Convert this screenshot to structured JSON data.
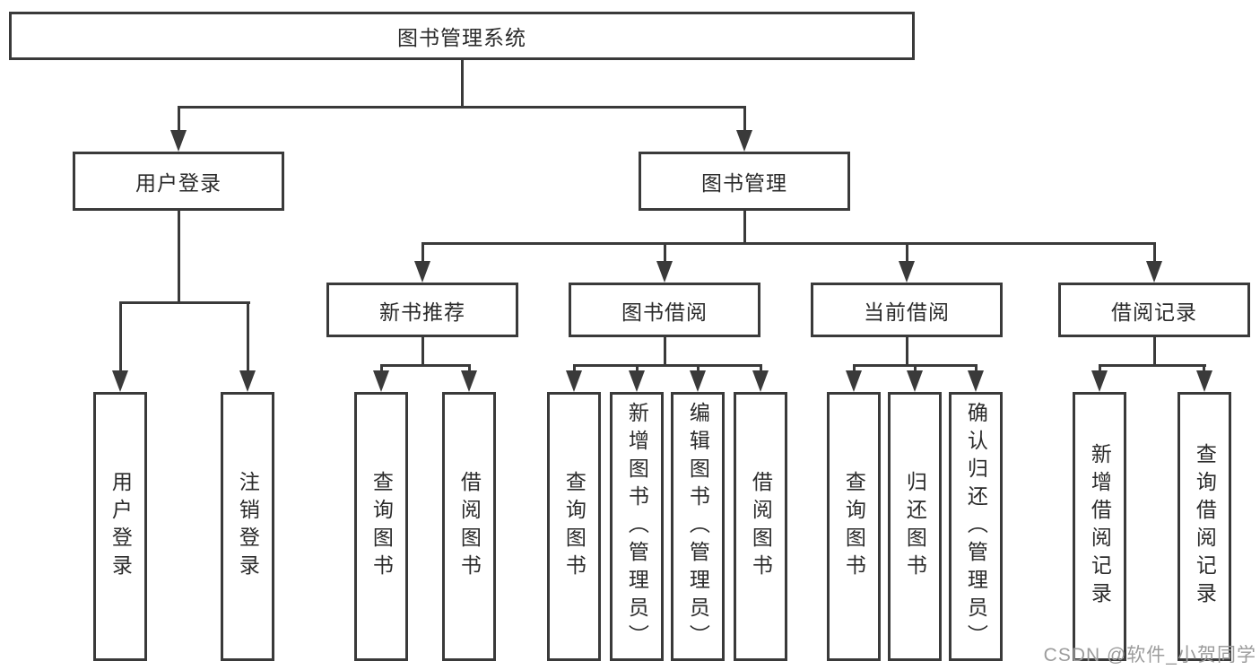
{
  "diagram": {
    "watermark": "CSDN @软件_小贺同学",
    "colors": {
      "line": "#3a3a3a",
      "text": "#2b2b2b",
      "watermark": "#9c9c9c",
      "background": "#ffffff"
    },
    "nodes": {
      "root": {
        "label": "图书管理系统"
      },
      "user_login": {
        "label": "用户登录"
      },
      "book_mgmt": {
        "label": "图书管理"
      },
      "new_book_rec": {
        "label": "新书推荐"
      },
      "book_borrow": {
        "label": "图书借阅"
      },
      "current_borrow": {
        "label": "当前借阅"
      },
      "borrow_record": {
        "label": "借阅记录"
      },
      "ul_login": {
        "label": "用户登录"
      },
      "ul_logout": {
        "label": "注销登录"
      },
      "nr_query": {
        "label": "查询图书"
      },
      "nr_borrow": {
        "label": "借阅图书"
      },
      "bb_query": {
        "label": "查询图书"
      },
      "bb_add": {
        "label": "新增图书（管理员）"
      },
      "bb_edit": {
        "label": "编辑图书（管理员）"
      },
      "bb_borrow": {
        "label": "借阅图书"
      },
      "cb_query": {
        "label": "查询图书"
      },
      "cb_return": {
        "label": "归还图书"
      },
      "cb_confirm": {
        "label": "确认归还（管理员）"
      },
      "br_add": {
        "label": "新增借阅记录"
      },
      "br_query": {
        "label": "查询借阅记录"
      }
    }
  }
}
